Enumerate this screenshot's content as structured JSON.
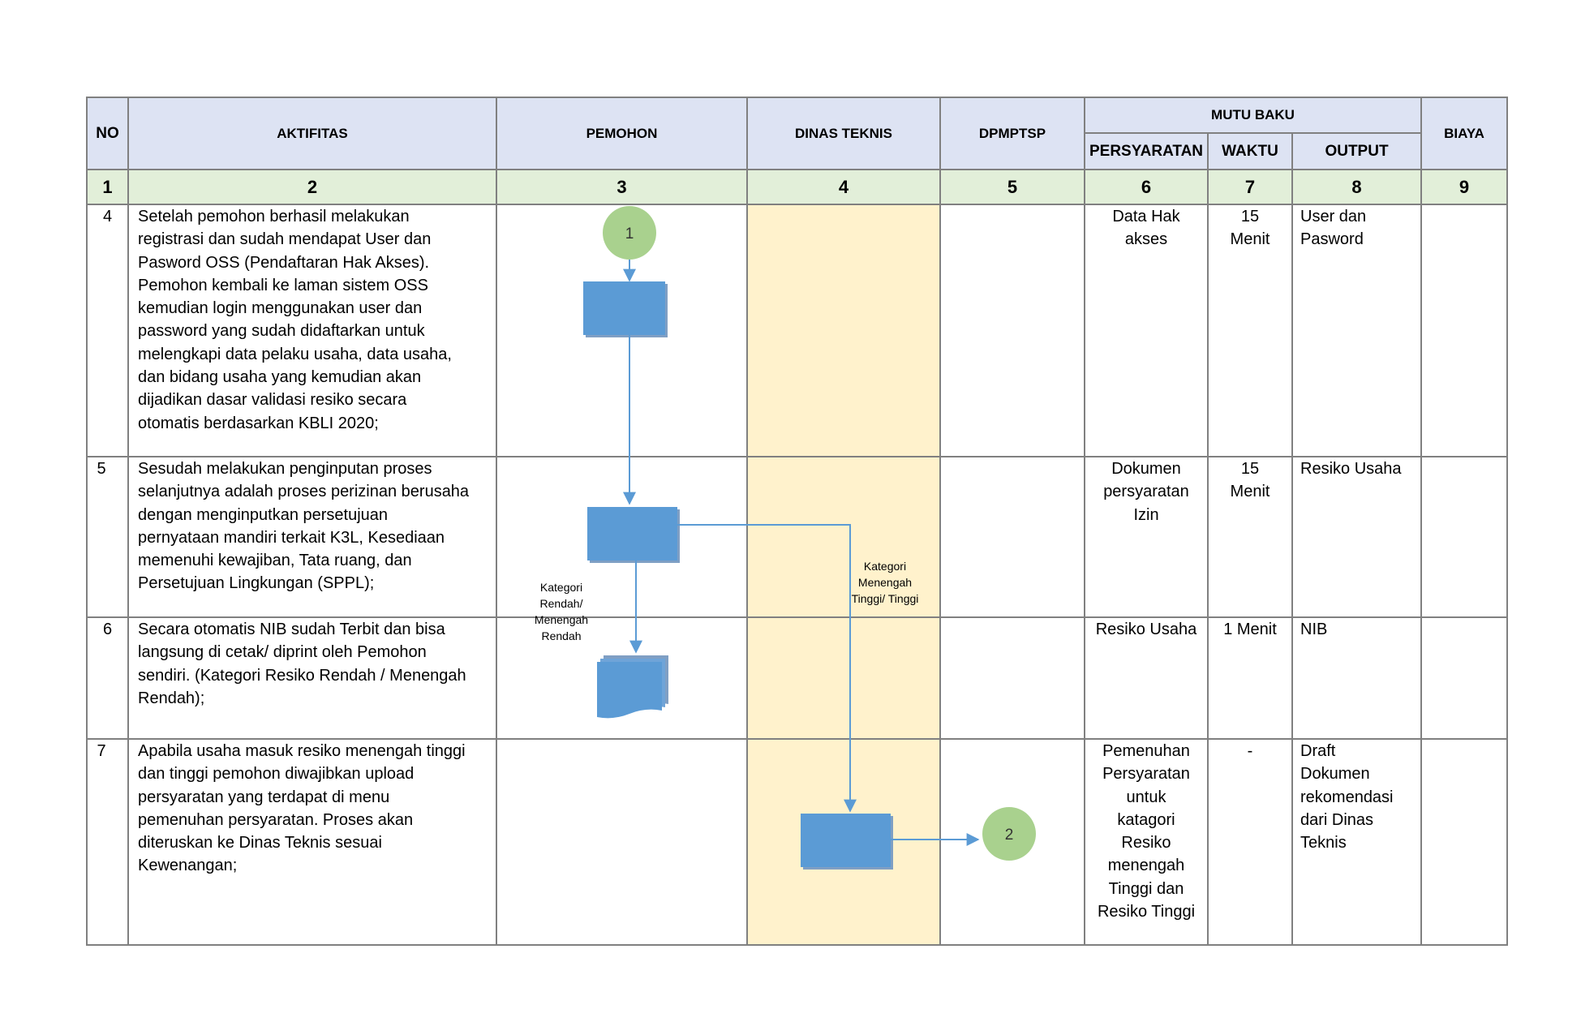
{
  "header": {
    "no": "NO",
    "aktifitas": "AKTIFITAS",
    "pemohon": "PEMOHON",
    "dinas_teknis": "DINAS TEKNIS",
    "dpmptsp": "DPMPTSP",
    "mutu_baku": "MUTU BAKU",
    "persyaratan": "PERSYARATAN",
    "waktu": "WAKTU",
    "output": "OUTPUT",
    "biaya": "BIAYA"
  },
  "column_numbers": [
    "1",
    "2",
    "3",
    "4",
    "5",
    "6",
    "7",
    "8",
    "9"
  ],
  "rows": [
    {
      "no": "4",
      "aktifitas": "Setelah pemohon berhasil melakukan\nregistrasi dan sudah mendapat User dan\nPasword OSS (Pendaftaran Hak Akses).\nPemohon kembali ke laman sistem OSS\nkemudian login menggunakan user dan\npassword yang sudah didaftarkan  untuk\nmelengkapi data pelaku usaha, data usaha,\ndan bidang usaha yang kemudian akan\ndijadikan dasar validasi resiko secara\notomatis berdasarkan KBLI 2020;",
      "persyaratan": "Data Hak\nakses",
      "waktu": "15\nMenit",
      "output": "User dan\nPasword",
      "biaya": ""
    },
    {
      "no": "5",
      "aktifitas": "Sesudah melakukan penginputan proses\nselanjutnya adalah proses perizinan berusaha\ndengan menginputkan persetujuan\npernyataan mandiri terkait K3L, Kesediaan\nmemenuhi kewajiban, Tata ruang, dan\nPersetujuan Lingkungan (SPPL);",
      "persyaratan": "Dokumen\npersyaratan\nIzin",
      "waktu": "15\nMenit",
      "output": "Resiko Usaha",
      "biaya": ""
    },
    {
      "no": "6",
      "aktifitas": "Secara otomatis NIB sudah Terbit dan bisa\nlangsung di cetak/ diprint oleh Pemohon\nsendiri. (Kategori Resiko Rendah / Menengah\nRendah);",
      "persyaratan": "Resiko Usaha",
      "waktu": "1 Menit",
      "output": "NIB",
      "biaya": ""
    },
    {
      "no": "7",
      "aktifitas": "Apabila usaha masuk resiko menengah tinggi\ndan tinggi pemohon diwajibkan upload\npersyaratan yang terdapat di menu\npemenuhan persyaratan. Proses akan\nditeruskan ke Dinas Teknis sesuai\nKewenangan;",
      "persyaratan": "Pemenuhan\nPersyaratan\nuntuk\nkatagori\nResiko\nmenengah\nTinggi dan\nResiko Tinggi",
      "waktu": "-",
      "output": "Draft\nDokumen\nrekomendasi\ndari Dinas\nTeknis",
      "biaya": ""
    }
  ],
  "flow": {
    "connector_start": "1",
    "connector_end": "2",
    "label_low": "Kategori\nRendah/\nMenengah\nRendah",
    "label_high": "Kategori\nMenengah\nTinggi/ Tinggi"
  },
  "colors": {
    "header_bg": "#dde3f3",
    "number_row_bg": "#e2efd9",
    "dinas_lane_bg": "#fff2cc",
    "process_box": "#5b9bd5",
    "connector_circle": "#a9d18e",
    "flow_line": "#5b9bd5",
    "grid": "#808080"
  }
}
